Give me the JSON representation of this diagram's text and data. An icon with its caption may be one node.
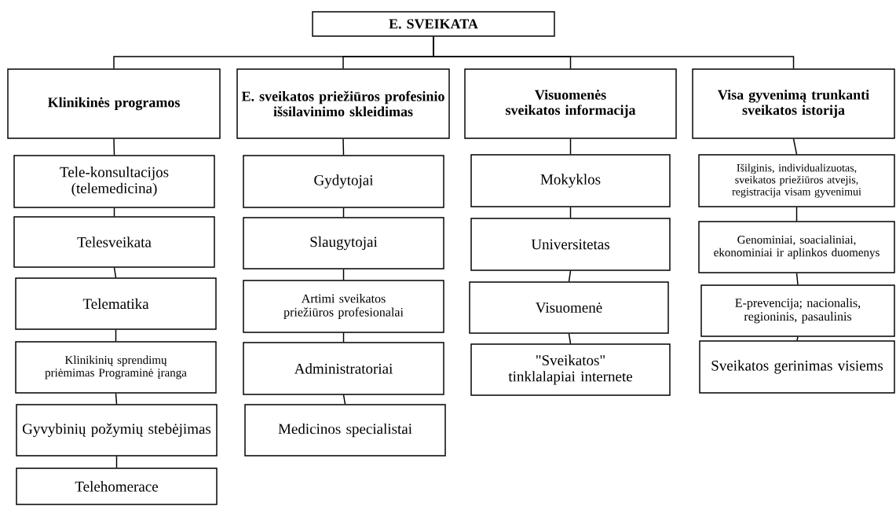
{
  "diagram": {
    "nodes": [
      {
        "text": [
          "E. SVEIKATA"
        ]
      },
      {
        "text": [
          "Klinikinės programos"
        ]
      },
      {
        "text": [
          "E. sveikatos priežiūros profesinio išsilavinimo skleidimas"
        ]
      },
      {
        "text": [
          "Visuomenės sveikatos informacija"
        ]
      },
      {
        "text": [
          "Visa gyvenimą trunkanti sveikatos istorija"
        ]
      },
      {
        "text": [
          "Tele-konsultacijos (telemedicina)"
        ]
      },
      {
        "text": [
          "Telesveikata"
        ]
      },
      {
        "text": [
          "Telematika"
        ]
      },
      {
        "text": [
          "Klinikinių sprendimų priėmimas Programinė įranga"
        ]
      },
      {
        "text": [
          "Gyvybinių požymių stebėjimas"
        ]
      },
      {
        "text": [
          "Telehomerace"
        ]
      },
      {
        "text": [
          "Gydytojai"
        ]
      },
      {
        "text": [
          "Slaugytojai"
        ]
      },
      {
        "text": [
          "Artimi sveikatos priežiūros profesionalai"
        ]
      },
      {
        "text": [
          "Administratoriai"
        ]
      },
      {
        "text": [
          "Medicinos specialistai"
        ]
      },
      {
        "text": [
          "Mokyklos"
        ]
      },
      {
        "text": [
          "Universitetas"
        ]
      },
      {
        "text": [
          "Visuomenė"
        ]
      },
      {
        "text": [
          "\"Sveikatos\" tinklalapiai internete"
        ]
      },
      {
        "text": [
          "Išilginis, individualizuotas, sveikatos priežiūros atvejis, registracija visam gyvenimui"
        ]
      },
      {
        "text": [
          "Genominiai, soacialiniai, ekonominiai ir aplinkos duomenys"
        ]
      },
      {
        "text": [
          "E-prevencija; nacionalis, regioninis, pasaulinis"
        ]
      },
      {
        "text": [
          "Sveikatos gerinimas visiems"
        ]
      }
    ],
    "edges": [
      {
        "from": 0,
        "to": 1,
        "arrow": "none"
      },
      {
        "from": 0,
        "to": 2,
        "arrow": "none"
      },
      {
        "from": 0,
        "to": 3,
        "arrow": "none"
      },
      {
        "from": 0,
        "to": 4,
        "arrow": "none"
      },
      {
        "from": 1,
        "to": 5,
        "arrow": "none"
      },
      {
        "from": 5,
        "to": 6,
        "arrow": "none"
      },
      {
        "from": 6,
        "to": 7,
        "arrow": "none"
      },
      {
        "from": 7,
        "to": 8,
        "arrow": "none"
      },
      {
        "from": 8,
        "to": 9,
        "arrow": "none"
      },
      {
        "from": 9,
        "to": 10,
        "arrow": "none"
      },
      {
        "from": 2,
        "to": 11,
        "arrow": "none"
      },
      {
        "from": 11,
        "to": 12,
        "arrow": "none"
      },
      {
        "from": 12,
        "to": 13,
        "arrow": "none"
      },
      {
        "from": 13,
        "to": 14,
        "arrow": "none"
      },
      {
        "from": 14,
        "to": 15,
        "arrow": "none"
      },
      {
        "from": 3,
        "to": 16,
        "arrow": "none"
      },
      {
        "from": 16,
        "to": 17,
        "arrow": "none"
      },
      {
        "from": 17,
        "to": 18,
        "arrow": "none"
      },
      {
        "from": 18,
        "to": 19,
        "arrow": "none"
      },
      {
        "from": 4,
        "to": 20,
        "arrow": "none"
      },
      {
        "from": 20,
        "to": 21,
        "arrow": "none"
      },
      {
        "from": 21,
        "to": 22,
        "arrow": "none"
      },
      {
        "from": 22,
        "to": 23,
        "arrow": "none"
      }
    ]
  }
}
